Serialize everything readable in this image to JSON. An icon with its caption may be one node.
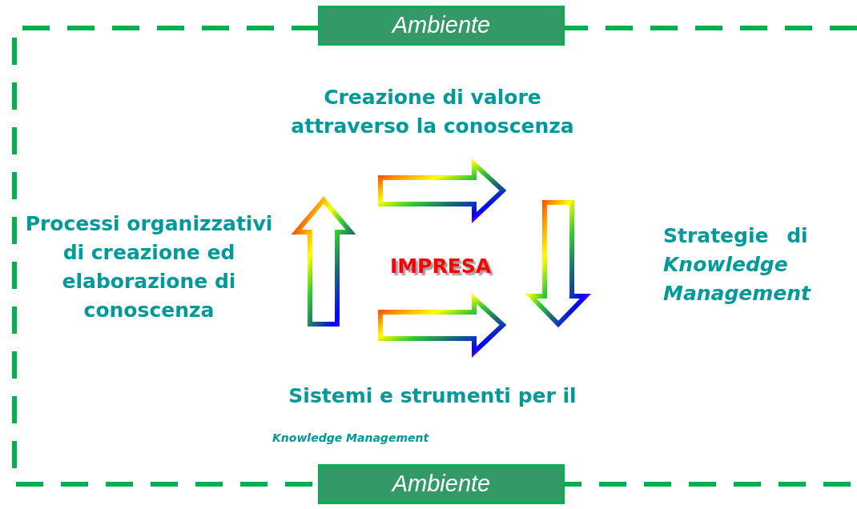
{
  "diagram": {
    "nodes": [
      {
        "text": [
          "Ambiente"
        ]
      },
      {
        "text": [
          "Ambiente"
        ]
      }
    ],
    "edges": [],
    "labels": [
      "Creazione di valore attraverso la conoscenza",
      "Processi organizzativi di creazione ed elaborazione di conoscenza",
      "IMPRESA",
      "Strategie di *Knowledge Management*",
      "Sistemi e strumenti per il",
      "Knowledge Management"
    ]
  }
}
